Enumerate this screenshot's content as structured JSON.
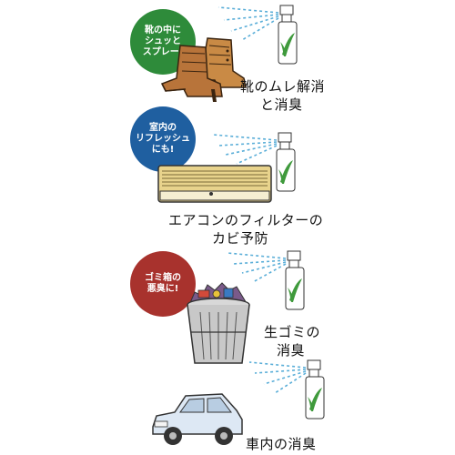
{
  "colors": {
    "badge_green": "#2e8b3a",
    "badge_blue": "#1f5fa0",
    "badge_red": "#a8322d",
    "spray_mist": "#5aaed8",
    "bottle_leaf": "#3f9a3c",
    "boots": "#c2803e",
    "aircon": "#e8d38c",
    "car": "#dde8f4"
  },
  "sections": [
    {
      "badge_lines": [
        "靴の中に",
        "シュッと",
        "スプレー!"
      ],
      "caption_lines": [
        "靴のムレ解消",
        "と消臭"
      ],
      "illustration": "boots-icon"
    },
    {
      "badge_lines": [
        "室内の",
        "リフレッシュ",
        "にも!"
      ],
      "caption_lines": [
        "エアコンのフィルターの",
        "カビ予防"
      ],
      "illustration": "air-conditioner-icon"
    },
    {
      "badge_lines": [
        "ゴミ箱の",
        "悪臭に!"
      ],
      "caption_lines": [
        "生ゴミの",
        "消臭"
      ],
      "illustration": "trash-can-icon"
    },
    {
      "badge_lines": [],
      "caption_lines": [
        "車内の消臭"
      ],
      "illustration": "car-icon"
    }
  ]
}
